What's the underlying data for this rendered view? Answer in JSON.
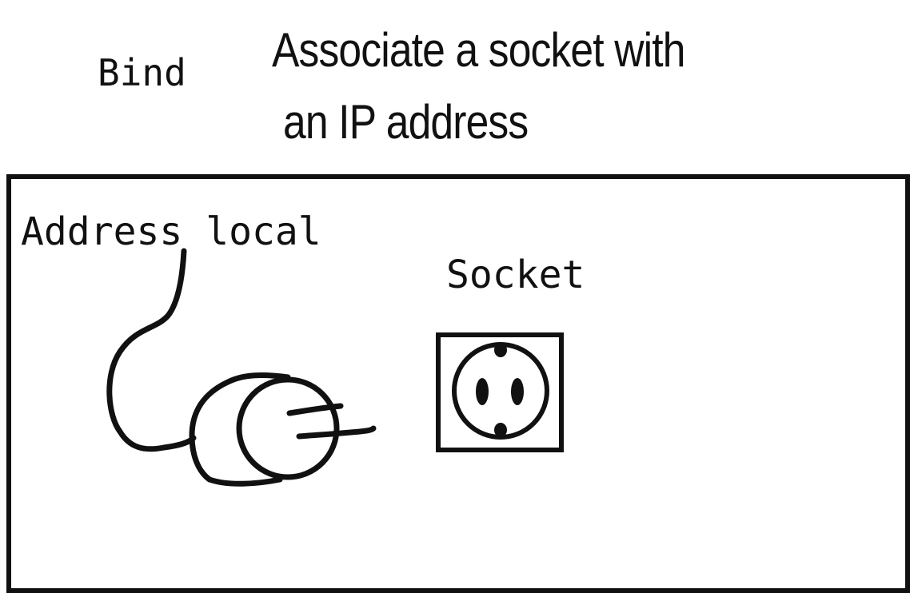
{
  "diagram": {
    "title": "Bind",
    "description_line1": "Associate a socket with",
    "description_line2": "an IP address",
    "address_label": "Address local",
    "socket_label": "Socket"
  },
  "icons": {
    "plug": "plug-icon",
    "outlet": "power-outlet-icon"
  },
  "colors": {
    "stroke": "#111111",
    "background": "#ffffff"
  }
}
